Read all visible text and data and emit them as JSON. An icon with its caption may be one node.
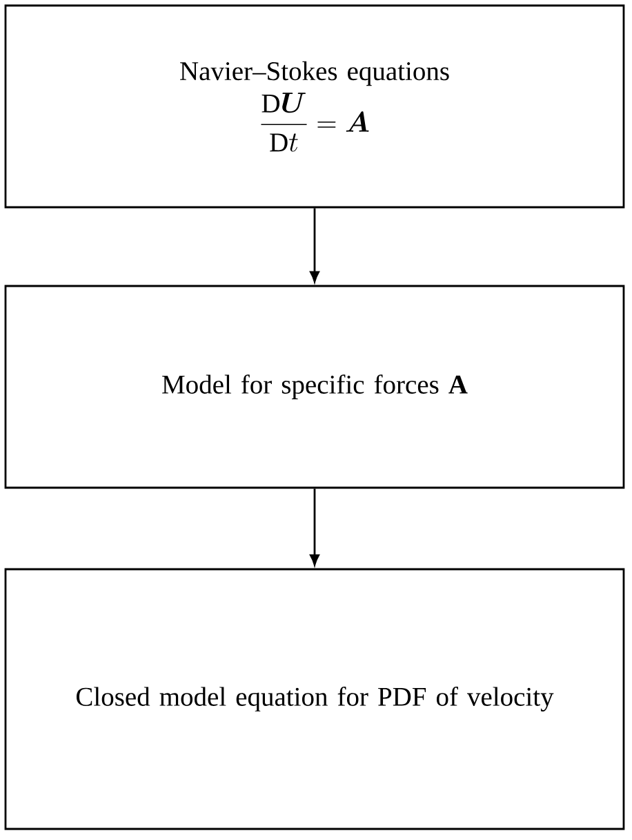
{
  "diagram": {
    "nodes": [
      {
        "text": [
          "Navier–Stokes equations",
          "\\frac{\\mathrm{D}\\boldsymbol{U}}{\\mathrm{D}t} = \\boldsymbol{A}"
        ]
      },
      {
        "text": [
          "Model for specific forces **A**"
        ]
      },
      {
        "text": [
          "Closed model equation for PDF of velocity"
        ]
      }
    ],
    "edges": [
      {
        "from": 0,
        "to": 1,
        "arrow": "to"
      },
      {
        "from": 1,
        "to": 2,
        "arrow": "to"
      }
    ]
  }
}
